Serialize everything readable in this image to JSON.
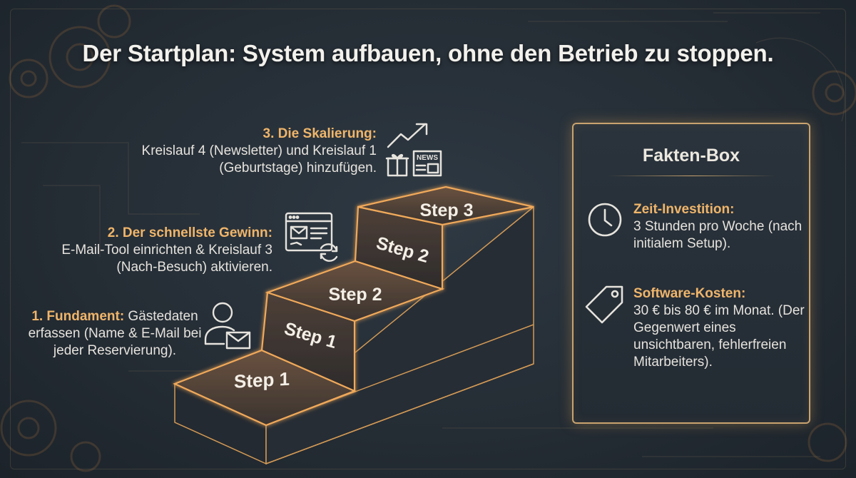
{
  "title": "Der Startplan: System aufbauen, ohne den Betrieb zu stoppen.",
  "steps": {
    "top_labels": [
      "Step 1",
      "Step 2",
      "Step 3"
    ],
    "riser_labels": [
      "Step 1",
      "Step 2"
    ]
  },
  "milestones": [
    {
      "heading": "1. Fundament:",
      "text": " Gästedaten erfassen (Name & E-Mail bei jeder Reservierung).",
      "icon": "user-email-icon"
    },
    {
      "heading": "2. Der schnellste Gewinn:",
      "text": "E-Mail-Tool einrichten & Kreislauf 3 (Nach-Besuch) aktivieren.",
      "icon": "email-tool-sync-icon"
    },
    {
      "heading": "3. Die Skalierung:",
      "text": "Kreislauf 4 (Newsletter) und Kreislauf 1 (Geburtstage) hinzufügen.",
      "icon": "growth-gift-news-icon",
      "icon_text": "NEWS"
    }
  ],
  "facts_box": {
    "title": "Fakten-Box",
    "items": [
      {
        "heading": "Zeit-Investition:",
        "text": "3 Stunden pro Woche (nach initialem Setup).",
        "icon": "clock-icon"
      },
      {
        "heading": "Software-Kosten:",
        "text": "30 € bis 80 € im Monat. (Der Gegenwert eines unsichtbaren, fehlerfreien Mitarbeiters).",
        "icon": "price-tag-icon"
      }
    ]
  },
  "colors": {
    "accent": "#f0b56a",
    "glow": "#e8a456",
    "background": "#252d35"
  }
}
